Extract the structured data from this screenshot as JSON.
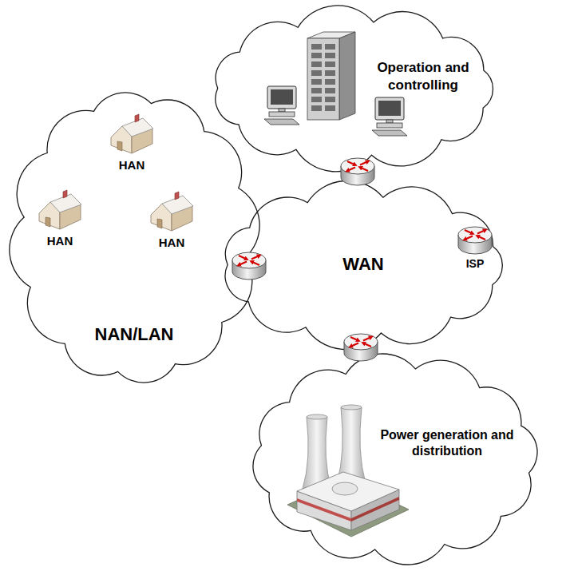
{
  "diagram": {
    "nodes": [
      {
        "text": [
          "Operation and controlling"
        ]
      },
      {
        "text": [
          "NAN/LAN"
        ]
      },
      {
        "text": [
          "HAN"
        ],
        "in": 1
      },
      {
        "text": [
          "HAN"
        ],
        "in": 1
      },
      {
        "text": [
          "HAN"
        ],
        "in": 1
      },
      {
        "text": [
          "WAN"
        ]
      },
      {
        "text": [
          "ISP"
        ],
        "in": 5
      },
      {
        "text": [
          "Power generation and distribution"
        ]
      }
    ]
  }
}
